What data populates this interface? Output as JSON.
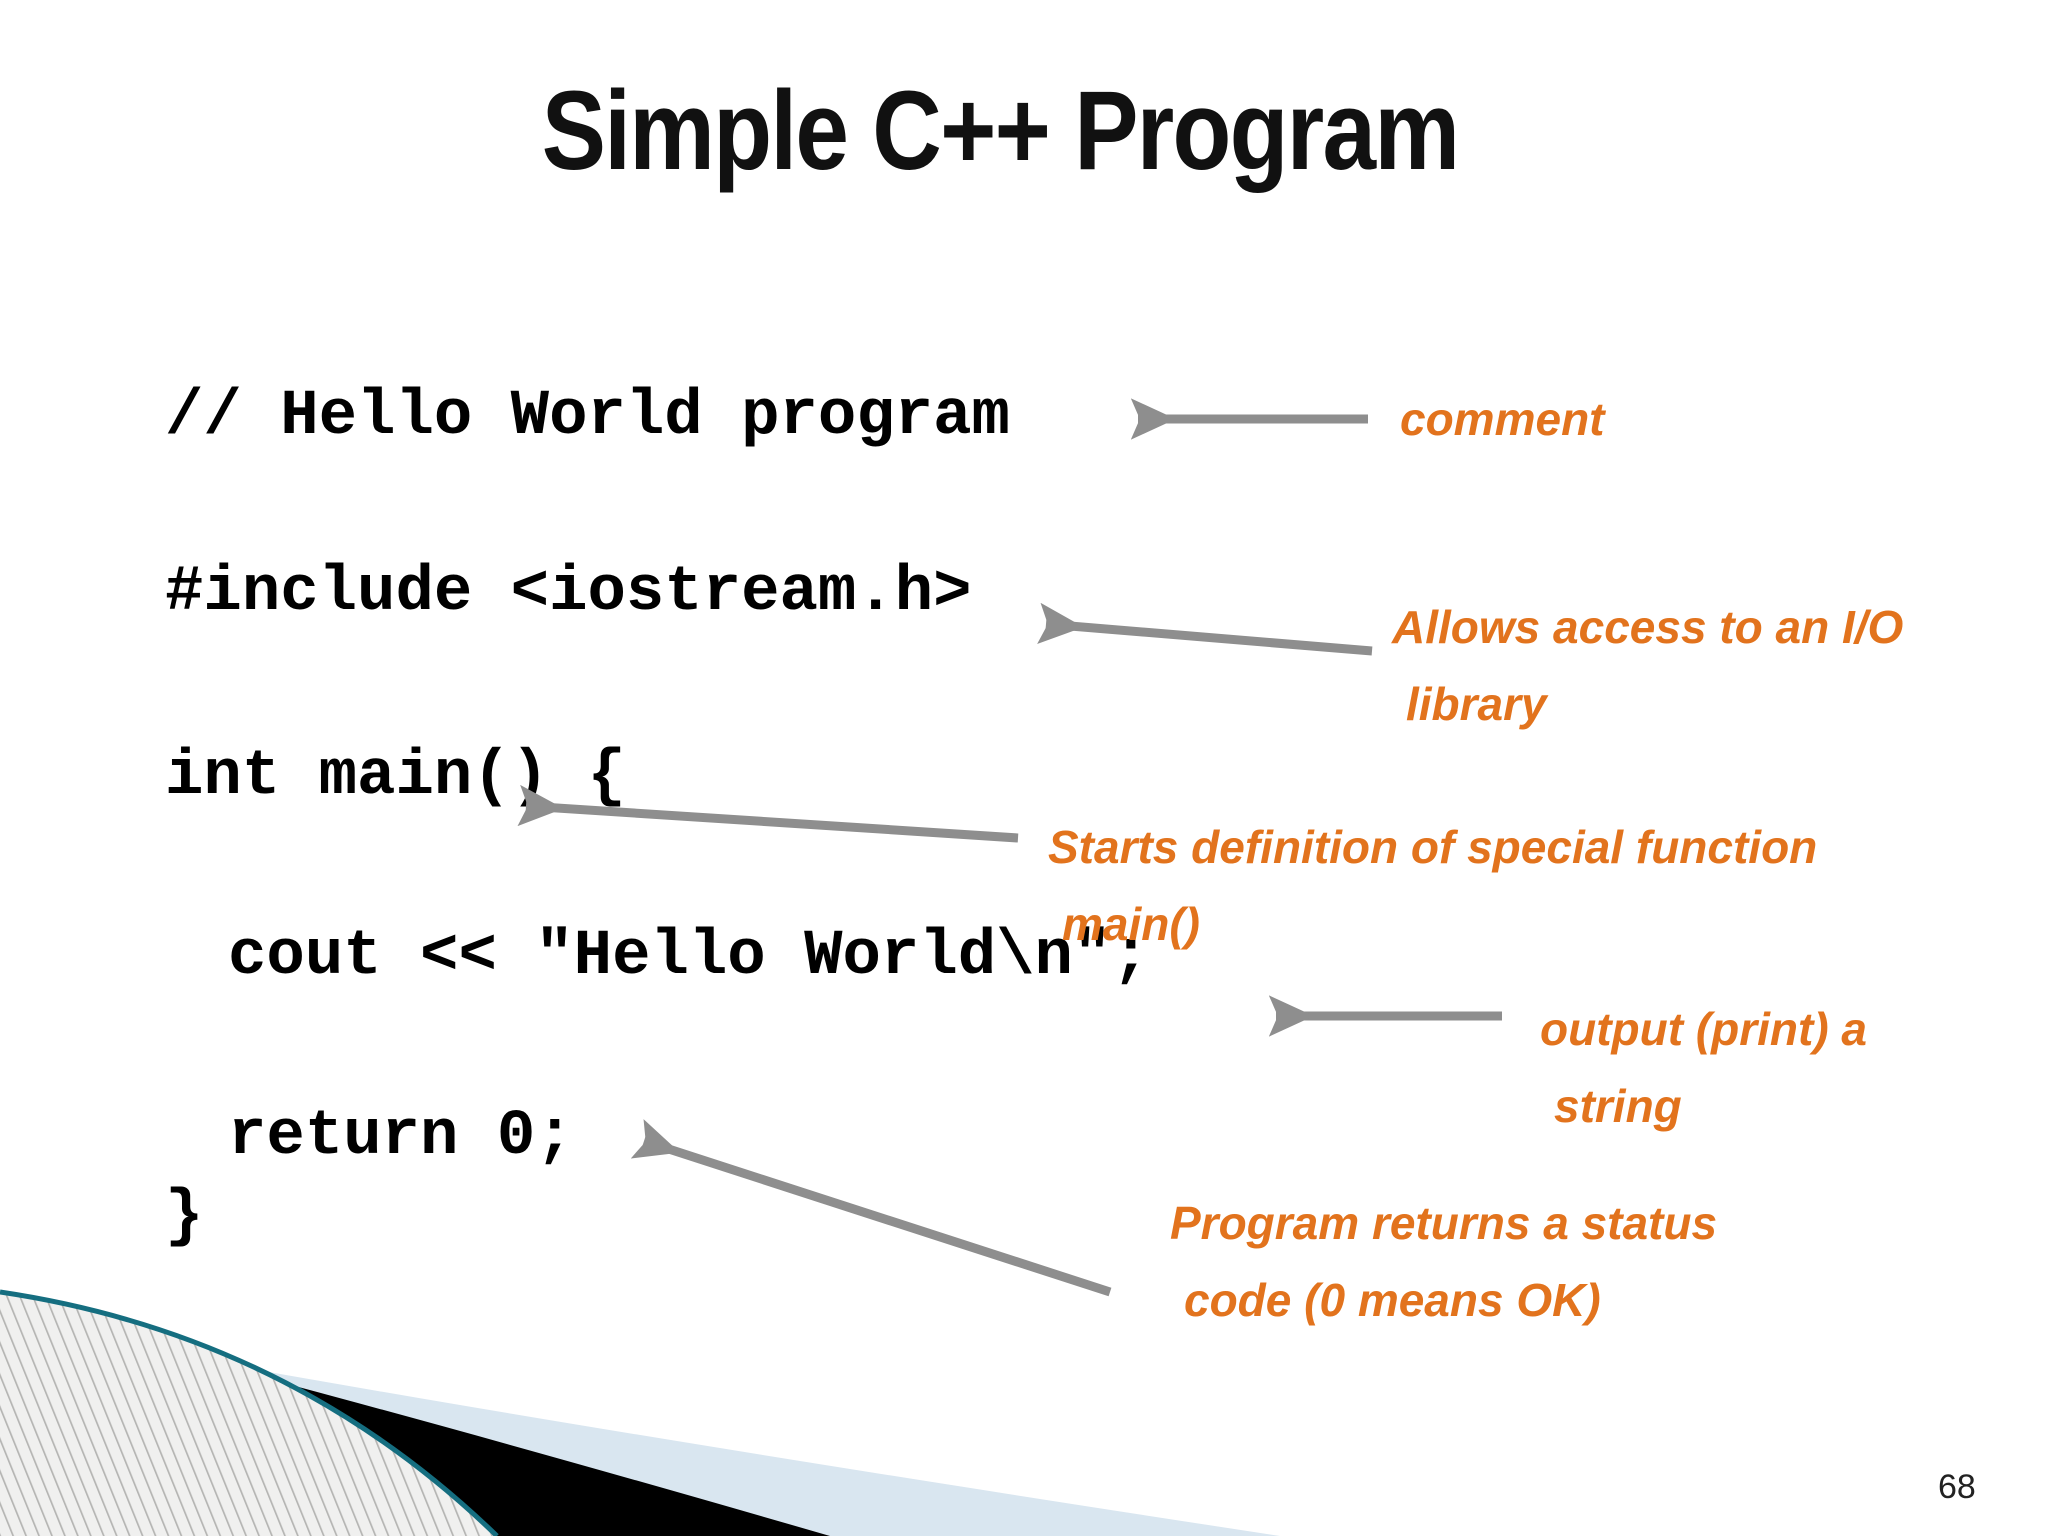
{
  "slide": {
    "title": "Simple C++ Program",
    "page_number": "68"
  },
  "code": {
    "lines": [
      "// Hello World program",
      "#include <iostream.h>",
      "int main() {",
      "cout << \"Hello World\\n\";",
      "return 0;",
      "}"
    ]
  },
  "annotations": {
    "comment": {
      "lines": [
        "comment"
      ]
    },
    "include": {
      "lines": [
        "Allows access to an I/O",
        "library"
      ]
    },
    "main": {
      "lines": [
        "Starts definition of special function",
        "main()"
      ]
    },
    "output": {
      "lines": [
        "output (print) a",
        "string"
      ]
    },
    "return": {
      "lines": [
        "Program returns a status",
        "code (0 means OK)"
      ]
    }
  },
  "colors": {
    "title_color": "#111111",
    "code_color": "#000000",
    "annotation_orange": "#e2731d",
    "arrow_gray": "#8e8e8e",
    "teal": "#156e80",
    "light_blue": "#d9e6f0",
    "stripe_line": "#b5b5b3",
    "stripe_bg": "#f0f0ef"
  }
}
